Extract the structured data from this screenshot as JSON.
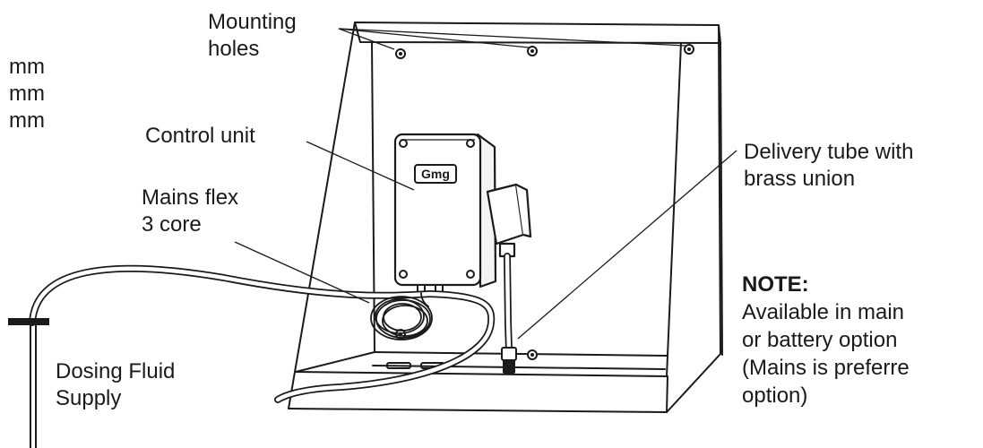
{
  "labels": {
    "dims": [
      "mm",
      "mm",
      "mm"
    ],
    "mounting": [
      "Mounting",
      "holes"
    ],
    "control_unit": "Control unit",
    "mains_flex": [
      "Mains flex",
      "3 core"
    ],
    "delivery": [
      "Delivery tube with",
      "brass union"
    ],
    "dosing": [
      "Dosing Fluid",
      "Supply"
    ],
    "brand": "Gmg",
    "note": {
      "title": "NOTE:",
      "lines": [
        "Available in main",
        "or battery option",
        "(Mains is preferre",
        "option)"
      ]
    }
  }
}
